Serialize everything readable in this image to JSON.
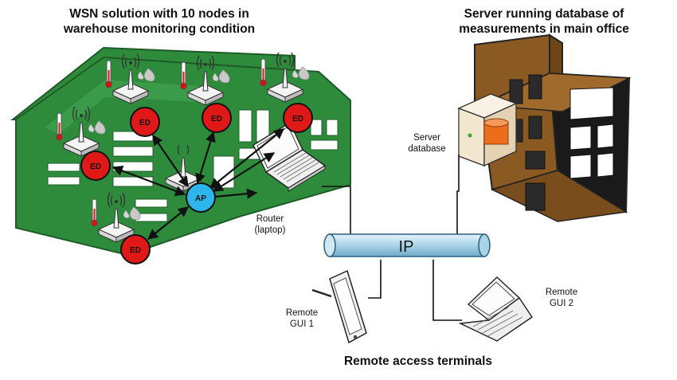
{
  "titles": {
    "wsn_line1": "WSN solution with 10 nodes in",
    "wsn_line2": "warehouse monitoring condition",
    "server_line1": "Server running database of",
    "server_line2": "measurements in main office",
    "remote_terminals": "Remote access terminals"
  },
  "labels": {
    "server_line1": "Server",
    "server_line2": "database",
    "router_line1": "Router",
    "router_line2": "(laptop)",
    "ip": "IP",
    "gui1_line1": "Remote",
    "gui1_line2": "GUI 1",
    "gui2_line1": "Remote",
    "gui2_line2": "GUI 2"
  },
  "nodes": {
    "ap": "AP",
    "ed": [
      "ED",
      "ED",
      "ED",
      "ED",
      "ED"
    ]
  },
  "colors": {
    "warehouse_green": "#2e8b3c",
    "ed_red": "#e01818",
    "ap_blue": "#2cb6ec",
    "building_brown": "#8a5a22",
    "pipe_blue": "#b9dcec"
  }
}
